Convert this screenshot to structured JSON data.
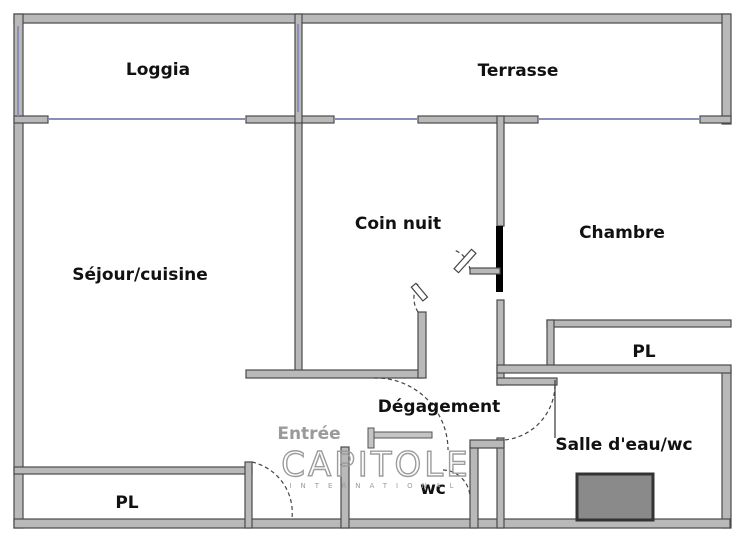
{
  "rooms": {
    "loggia": "Loggia",
    "terrasse": "Terrasse",
    "coin_nuit": "Coin nuit",
    "chambre": "Chambre",
    "sejour": "Séjour/cuisine",
    "pl_chambre": "PL",
    "degagement": "Dégagement",
    "entree": "Entrée",
    "salle_eau": "Salle d'eau/wc",
    "wc": "wc",
    "pl_sejour": "PL"
  },
  "watermark": {
    "brand": "CAPITOLE",
    "tagline": "INTERNATIONAL"
  }
}
